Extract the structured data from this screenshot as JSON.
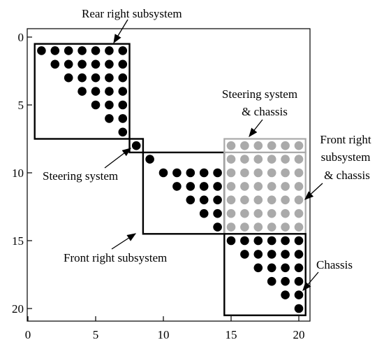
{
  "chart_data": {
    "type": "scatter",
    "title": "",
    "xlabel": "",
    "ylabel": "",
    "xlim": [
      0,
      21
    ],
    "ylim": [
      21,
      0
    ],
    "y_axis_inverted": true,
    "grid": false,
    "xticks": [
      0,
      5,
      10,
      15,
      20
    ],
    "yticks": [
      0,
      5,
      10,
      15,
      20
    ],
    "x_tick_labels": [
      "0",
      "5",
      "10",
      "15",
      "20"
    ],
    "y_tick_labels": [
      "0",
      "5",
      "10",
      "15",
      "20"
    ],
    "colors": {
      "black": "#000000",
      "gray": "#aaaaaa",
      "axes": "#000000"
    },
    "series": [
      {
        "color": "black",
        "points": [
          [
            1,
            1
          ],
          [
            2,
            1
          ],
          [
            3,
            1
          ],
          [
            4,
            1
          ],
          [
            5,
            1
          ],
          [
            6,
            1
          ],
          [
            7,
            1
          ],
          [
            2,
            2
          ],
          [
            3,
            2
          ],
          [
            4,
            2
          ],
          [
            5,
            2
          ],
          [
            6,
            2
          ],
          [
            7,
            2
          ],
          [
            3,
            3
          ],
          [
            4,
            3
          ],
          [
            5,
            3
          ],
          [
            6,
            3
          ],
          [
            7,
            3
          ],
          [
            4,
            4
          ],
          [
            5,
            4
          ],
          [
            6,
            4
          ],
          [
            7,
            4
          ],
          [
            5,
            5
          ],
          [
            6,
            5
          ],
          [
            7,
            5
          ],
          [
            6,
            6
          ],
          [
            7,
            6
          ],
          [
            7,
            7
          ],
          [
            8,
            8
          ],
          [
            9,
            9
          ],
          [
            10,
            10
          ],
          [
            11,
            10
          ],
          [
            12,
            10
          ],
          [
            13,
            10
          ],
          [
            14,
            10
          ],
          [
            11,
            11
          ],
          [
            12,
            11
          ],
          [
            13,
            11
          ],
          [
            14,
            11
          ],
          [
            12,
            12
          ],
          [
            13,
            12
          ],
          [
            14,
            12
          ],
          [
            13,
            13
          ],
          [
            14,
            13
          ],
          [
            14,
            14
          ],
          [
            15,
            15
          ],
          [
            16,
            15
          ],
          [
            17,
            15
          ],
          [
            18,
            15
          ],
          [
            19,
            15
          ],
          [
            20,
            15
          ],
          [
            16,
            16
          ],
          [
            17,
            16
          ],
          [
            18,
            16
          ],
          [
            19,
            16
          ],
          [
            20,
            16
          ],
          [
            17,
            17
          ],
          [
            18,
            17
          ],
          [
            19,
            17
          ],
          [
            20,
            17
          ],
          [
            18,
            18
          ],
          [
            19,
            18
          ],
          [
            20,
            18
          ],
          [
            19,
            19
          ],
          [
            20,
            19
          ],
          [
            20,
            20
          ]
        ]
      },
      {
        "color": "gray",
        "points": [
          [
            15,
            8
          ],
          [
            16,
            8
          ],
          [
            17,
            8
          ],
          [
            18,
            8
          ],
          [
            19,
            8
          ],
          [
            20,
            8
          ],
          [
            15,
            9
          ],
          [
            16,
            9
          ],
          [
            17,
            9
          ],
          [
            18,
            9
          ],
          [
            19,
            9
          ],
          [
            20,
            9
          ],
          [
            15,
            10
          ],
          [
            16,
            10
          ],
          [
            17,
            10
          ],
          [
            18,
            10
          ],
          [
            19,
            10
          ],
          [
            20,
            10
          ],
          [
            15,
            11
          ],
          [
            16,
            11
          ],
          [
            17,
            11
          ],
          [
            18,
            11
          ],
          [
            19,
            11
          ],
          [
            20,
            11
          ],
          [
            15,
            12
          ],
          [
            16,
            12
          ],
          [
            17,
            12
          ],
          [
            18,
            12
          ],
          [
            19,
            12
          ],
          [
            20,
            12
          ],
          [
            15,
            13
          ],
          [
            16,
            13
          ],
          [
            17,
            13
          ],
          [
            18,
            13
          ],
          [
            19,
            13
          ],
          [
            20,
            13
          ],
          [
            15,
            14
          ],
          [
            16,
            14
          ],
          [
            17,
            14
          ],
          [
            18,
            14
          ],
          [
            19,
            14
          ],
          [
            20,
            14
          ]
        ]
      }
    ],
    "boxes": [
      {
        "name": "rear-right-subsystem",
        "x0": 0.5,
        "y0": 0.5,
        "x1": 7.5,
        "y1": 7.5,
        "color": "black"
      },
      {
        "name": "steering-system",
        "x0": 7.5,
        "y0": 7.5,
        "x1": 8.5,
        "y1": 8.5,
        "color": "black"
      },
      {
        "name": "front-right-subsystem",
        "x0": 8.5,
        "y0": 8.5,
        "x1": 14.5,
        "y1": 14.5,
        "color": "black"
      },
      {
        "name": "steering-chassis",
        "x0": 14.5,
        "y0": 7.5,
        "x1": 20.5,
        "y1": 8.5,
        "color": "gray"
      },
      {
        "name": "front-right-chassis",
        "x0": 14.5,
        "y0": 8.5,
        "x1": 20.5,
        "y1": 14.5,
        "color": "gray"
      },
      {
        "name": "chassis",
        "x0": 14.5,
        "y0": 14.5,
        "x1": 20.5,
        "y1": 20.5,
        "color": "black"
      }
    ],
    "annotations": {
      "rear_right": "Rear right subsystem",
      "steering": "Steering system",
      "front_right": "Front right subsystem",
      "steering_chassis_1": "Steering system",
      "steering_chassis_2": "& chassis",
      "fr_chassis_1": "Front right",
      "fr_chassis_2": "subsystem",
      "fr_chassis_3": "& chassis",
      "chassis": "Chassis"
    }
  }
}
